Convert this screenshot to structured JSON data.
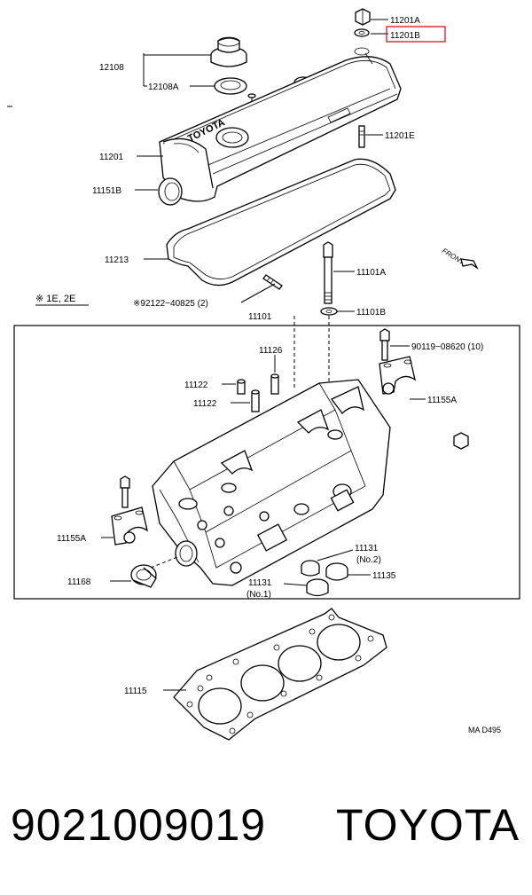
{
  "labels": {
    "l11201A": "11201A",
    "l11201B": "11201B",
    "l12108": "12108",
    "l12108A": "12108A",
    "l11201E": "11201E",
    "l11201": "11201",
    "l11151B": "11151B",
    "l11213": "11213",
    "l11101A": "11101A",
    "lFront": "FRONT",
    "lNote": "※ 1E, 2E",
    "l92122": "※92122−40825 (2)",
    "l11101B": "11101B",
    "l11101": "11101",
    "l90119": "90119−08620 (10)",
    "l11126": "11126",
    "l11122a": "11122",
    "l11122b": "11122",
    "l11155Aright": "11155A",
    "l11155Aleft": "11155A",
    "l11131no2": "11131",
    "l11131no2b": "(No.2)",
    "l11135": "11135",
    "l11168": "11168",
    "l11131no1": "11131",
    "l11131no1b": "(No.1)",
    "l11115": "11115",
    "lCode": "MA D495"
  },
  "highlight_color": "#d9262c",
  "cover_text": "TOYOTA",
  "footer": {
    "part_number": "9021009019",
    "brand": "TOYOTA"
  }
}
